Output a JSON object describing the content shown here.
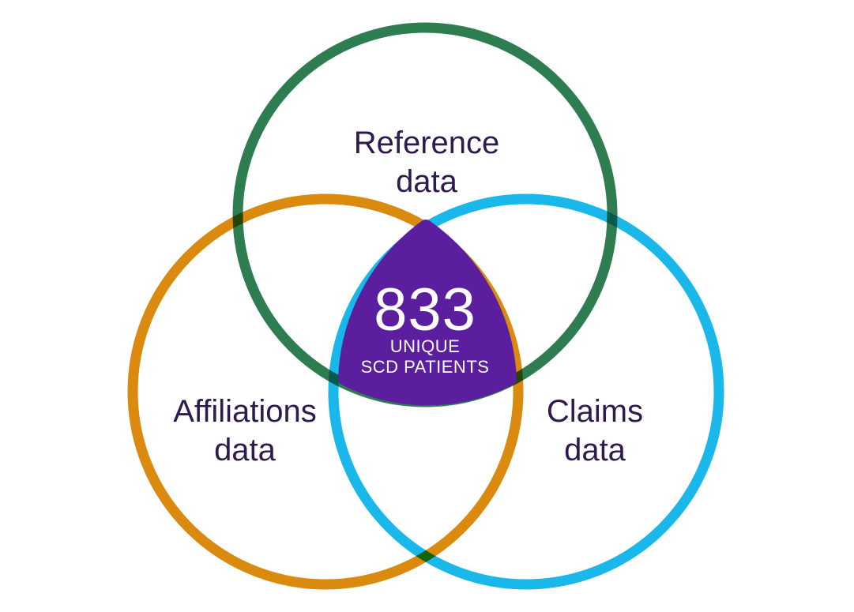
{
  "diagram": {
    "type": "venn",
    "background": "#ffffff",
    "text_color": "#2e1a4d",
    "sets": [
      {
        "id": "reference",
        "line1": "Reference",
        "line2": "data",
        "color": "#2e7d51"
      },
      {
        "id": "affiliations",
        "line1": "Affiliations",
        "line2": "data",
        "color": "#d98a0f"
      },
      {
        "id": "claims",
        "line1": "Claims",
        "line2": "data",
        "color": "#19b7ea"
      }
    ],
    "center": {
      "value": "833",
      "label_line1": "UNIQUE",
      "label_line2": "SCD PATIENTS",
      "color": "#5a1e9e",
      "text_color": "#ffffff"
    }
  }
}
